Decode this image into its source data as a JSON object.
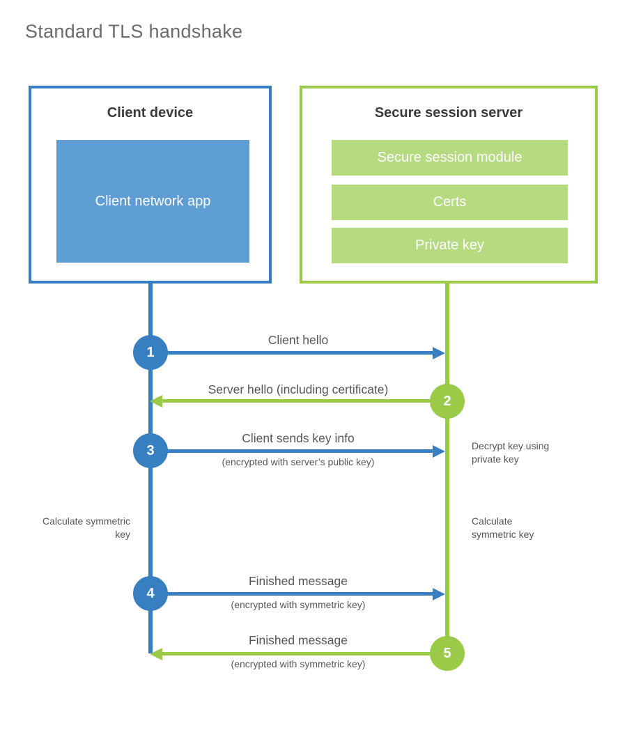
{
  "title": "Standard TLS handshake",
  "colors": {
    "blue": "#377fc0",
    "blue_fill": "#5f9dd5",
    "green": "#9aca48",
    "green_fill": "#b5da80",
    "title_gray": "#6c6c6c",
    "text_dark": "#3b3b3b",
    "label_gray": "#54565a"
  },
  "client": {
    "title": "Client device",
    "app_label": "Client network app"
  },
  "server": {
    "title": "Secure session server",
    "modules": [
      "Secure session module",
      "Certs",
      "Private key"
    ]
  },
  "steps": [
    {
      "num": "1",
      "label": "Client hello",
      "sub": "",
      "direction": "client-to-server"
    },
    {
      "num": "2",
      "label": "Server hello (including certificate)",
      "sub": "",
      "direction": "server-to-client"
    },
    {
      "num": "3",
      "label": "Client sends key info",
      "sub": "(encrypted with server’s public key)",
      "direction": "client-to-server"
    },
    {
      "num": "4",
      "label": "Finished message",
      "sub": "(encrypted with symmetric key)",
      "direction": "client-to-server"
    },
    {
      "num": "5",
      "label": "Finished message",
      "sub": "(encrypted with symmetric key)",
      "direction": "server-to-client"
    }
  ],
  "annotations": {
    "decrypt_key": "Decrypt key using private key",
    "calculate_left": "Calculate symmetric key",
    "calculate_right": "Calculate symmetric key"
  }
}
